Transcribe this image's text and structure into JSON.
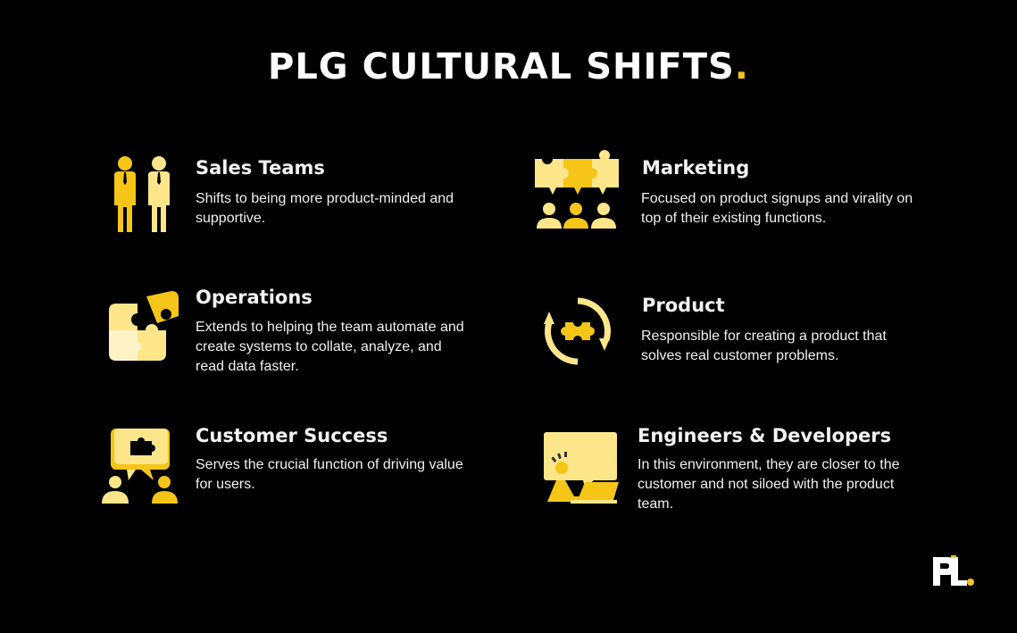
{
  "title": {
    "text": "PLG CULTURAL SHIFTS",
    "dot": "."
  },
  "colors": {
    "background": "#000000",
    "accent": "#f5c518",
    "light_yellow": "#fde68a",
    "text": "#f2f2f2"
  },
  "items": [
    {
      "heading": "Sales Teams",
      "description": "Shifts to being more product-minded and supportive.",
      "icon": "businessmen-icon"
    },
    {
      "heading": "Marketing",
      "description": "Focused on product signups and virality on top of their existing functions.",
      "icon": "puzzle-team-icon"
    },
    {
      "heading": "Operations",
      "description": "Extends to helping the team automate and create systems to collate, analyze, and read data faster.",
      "icon": "puzzle-pieces-icon"
    },
    {
      "heading": "Product",
      "description": "Responsible for creating a product that solves real customer problems.",
      "icon": "puzzle-cycle-icon"
    },
    {
      "heading": "Customer Success",
      "description": "Serves the crucial function of driving value for users.",
      "icon": "support-chat-icon"
    },
    {
      "heading": "Engineers & Developers",
      "description": "In this environment, they are closer to the customer and not siloed with the product team.",
      "icon": "developer-laptop-icon"
    }
  ],
  "logo": {
    "text": "PL",
    "dot": "."
  }
}
